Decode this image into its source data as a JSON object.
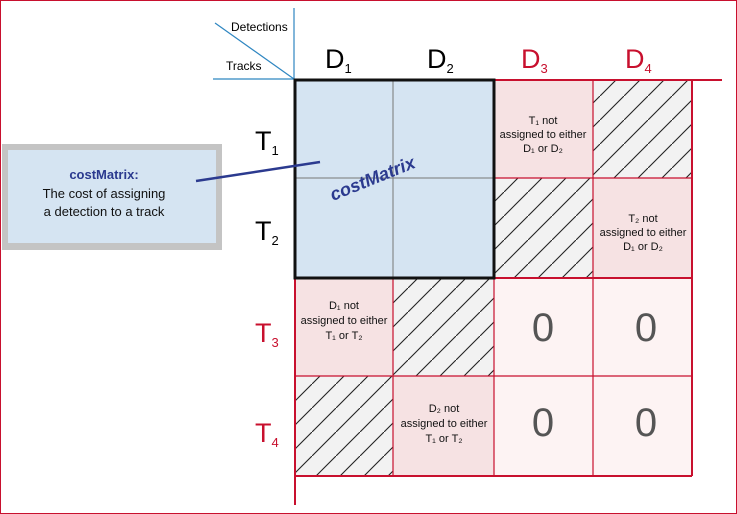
{
  "corner": {
    "top_label": "Detections",
    "bottom_label": "Tracks"
  },
  "columns": [
    {
      "main": "D",
      "sub": "1",
      "color": "#000000"
    },
    {
      "main": "D",
      "sub": "2",
      "color": "#000000"
    },
    {
      "main": "D",
      "sub": "3",
      "color": "#c8102e"
    },
    {
      "main": "D",
      "sub": "4",
      "color": "#c8102e"
    }
  ],
  "rows": [
    {
      "main": "T",
      "sub": "1",
      "color": "#000000"
    },
    {
      "main": "T",
      "sub": "2",
      "color": "#000000"
    },
    {
      "main": "T",
      "sub": "3",
      "color": "#c8102e"
    },
    {
      "main": "T",
      "sub": "4",
      "color": "#c8102e"
    }
  ],
  "cost_matrix_label": "costMatrix",
  "callout": {
    "title": "costMatrix:",
    "line1": "The cost of assigning",
    "line2": "a detection to a track"
  },
  "cells": {
    "r1c3": [
      "T₁ not",
      "assigned to either",
      "D₁ or D₂"
    ],
    "r2c4": [
      "T₂ not",
      "assigned to either",
      "D₁ or D₂"
    ],
    "r3c1": [
      "D₁ not",
      "assigned to either",
      "T₁ or T₂"
    ],
    "r4c2": [
      "D₂  not",
      "assigned to either",
      "T₁ or T₂"
    ],
    "zero": "0"
  },
  "colors": {
    "accent_red": "#c8102e",
    "cost_blue_fill": "#d5e4f2",
    "pink_fill": "#f6e2e3",
    "light_pink_fill": "#fdf3f3",
    "label_blue": "#2b3a8f",
    "corner_line_blue": "#2e86c1"
  }
}
